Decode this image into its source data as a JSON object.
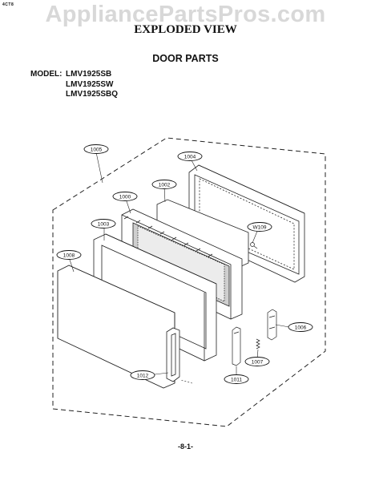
{
  "header": {
    "corner_mark": "4CT8",
    "watermark": "AppliancePartsPros.com",
    "title": "EXPLODED VIEW",
    "subtitle": "DOOR PARTS"
  },
  "models": {
    "label": "MODEL:",
    "items": [
      "LMV1925SB",
      "LMV1925SW",
      "LMV1925SBQ"
    ]
  },
  "callouts": [
    "1005",
    "1004",
    "1002",
    "1000",
    "1003",
    "W109",
    "1008",
    "1006",
    "1007",
    "1012",
    "1011"
  ],
  "footer": {
    "page_number": "-8-1-"
  }
}
